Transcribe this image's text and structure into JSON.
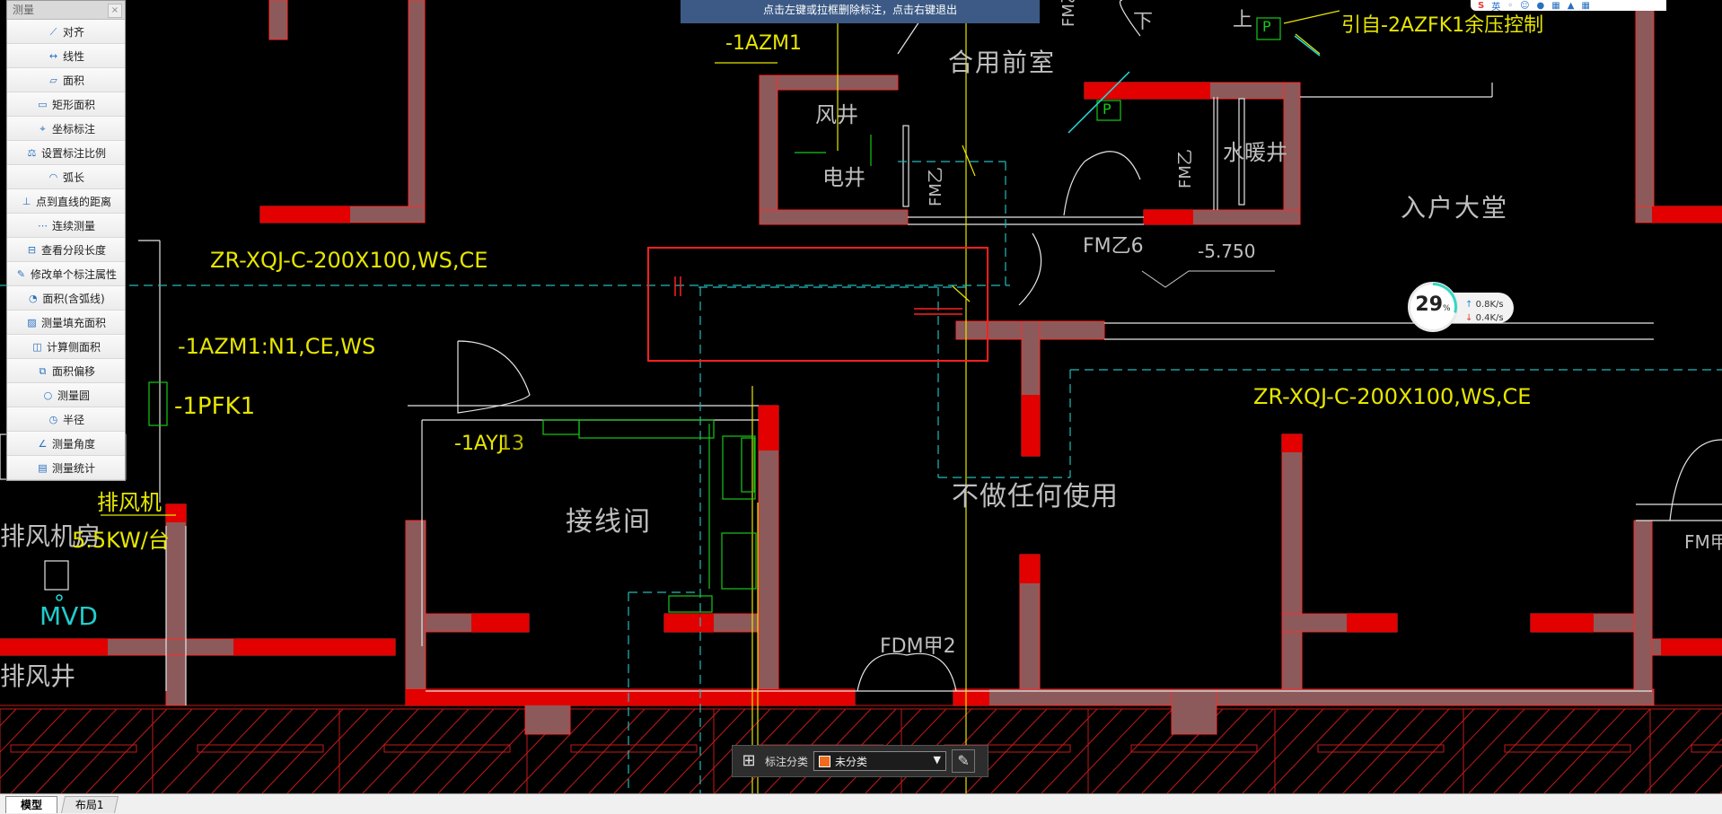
{
  "measure_panel": {
    "title": "测量",
    "close_label": "×",
    "tools": [
      {
        "label": "对齐",
        "icon": "align-dimension-icon"
      },
      {
        "label": "线性",
        "icon": "linear-dimension-icon"
      },
      {
        "label": "面积",
        "icon": "area-icon"
      },
      {
        "label": "矩形面积",
        "icon": "rect-area-icon"
      },
      {
        "label": "坐标标注",
        "icon": "coordinate-icon"
      },
      {
        "label": "设置标注比例",
        "icon": "scale-icon"
      },
      {
        "label": "弧长",
        "icon": "arc-length-icon"
      },
      {
        "label": "点到直线的距离",
        "icon": "point-line-distance-icon"
      },
      {
        "label": "连续测量",
        "icon": "continuous-measure-icon"
      },
      {
        "label": "查看分段长度",
        "icon": "segment-length-icon"
      },
      {
        "label": "修改单个标注属性",
        "icon": "edit-annotation-icon"
      },
      {
        "label": "面积(含弧线)",
        "icon": "arc-area-icon"
      },
      {
        "label": "测量填充面积",
        "icon": "hatch-area-icon"
      },
      {
        "label": "计算侧面积",
        "icon": "side-area-icon"
      },
      {
        "label": "面积偏移",
        "icon": "area-offset-icon"
      },
      {
        "label": "测量圆",
        "icon": "circle-icon"
      },
      {
        "label": "半径",
        "icon": "radius-icon"
      },
      {
        "label": "测量角度",
        "icon": "angle-icon"
      },
      {
        "label": "测量统计",
        "icon": "statistics-icon"
      }
    ]
  },
  "top_banner": "点击左键或拉框删除标注，点击右键退出",
  "top_right_icons": [
    "sogou-s-icon",
    "英",
    "ime-icons"
  ],
  "drawing_labels": {
    "azm1": "-1AZM1",
    "hall": "合用前室",
    "fm_top": "FM乙",
    "fm_left": "FM乙",
    "fm_mid": "FM乙",
    "fm_zone6": "FM乙6",
    "fm_right": "FM甲",
    "zhi": "下",
    "up": "上",
    "yin_label": "引自-2AZFK1余压控制",
    "p1": "P",
    "p2": "P",
    "fengjing": "风井",
    "dianjing": "电井",
    "shuinuan": "水暖井",
    "lobby": "入户大堂",
    "elev": "-5.750",
    "duct_left": "ZR-XQJ-C-200X100,WS,CE",
    "duct_right": "ZR-XQJ-C-200X100,WS,CE",
    "azm1_n1": "-1AZM1:N1,CE,WS",
    "pfk1": "-1PFK1",
    "ayj": "-1AYJ",
    "ayj3": "13",
    "jiexian": "接线间",
    "nouse": "不做任何使用",
    "paifengji": "排风机",
    "jifang": "排风机房",
    "power": "5.5KW/台",
    "mvd": "MVD",
    "paifengjing": "排风井",
    "fdm": "FDM甲2"
  },
  "speed_widget": {
    "percent": "29",
    "percent_unit": "%",
    "upload": "0.8K/s",
    "download": "0.4K/s",
    "percent_value": 29
  },
  "annotation_bar": {
    "label": "标注分类",
    "selected": "未分类",
    "swatch_color": "#f26a1b"
  },
  "tabs": [
    {
      "label": "模型",
      "active": true
    },
    {
      "label": "布局1",
      "active": false
    }
  ]
}
